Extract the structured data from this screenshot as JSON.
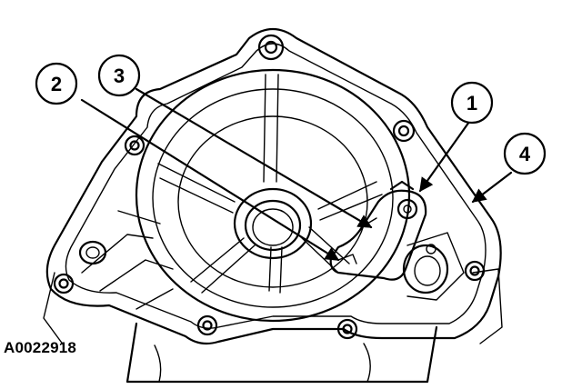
{
  "callouts": [
    {
      "number": "1"
    },
    {
      "number": "2"
    },
    {
      "number": "3"
    },
    {
      "number": "4"
    }
  ],
  "figure_code": "A0022918"
}
